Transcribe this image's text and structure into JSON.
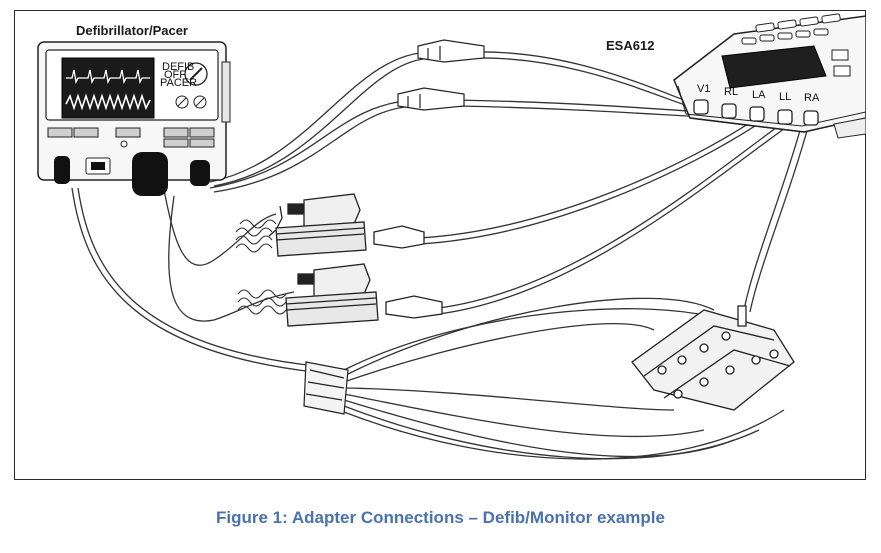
{
  "figure": {
    "device_left_label": "Defibrillator/Pacer",
    "device_right_label": "ESA612",
    "ports": [
      "V1",
      "RL",
      "LA",
      "LL",
      "RA"
    ],
    "monitor_knob_labels": [
      "DEFIB",
      "OFF",
      "PACER"
    ]
  },
  "caption": {
    "text": "Figure 1: Adapter Connections – Defib/Monitor example",
    "color": "#4a72b0"
  }
}
